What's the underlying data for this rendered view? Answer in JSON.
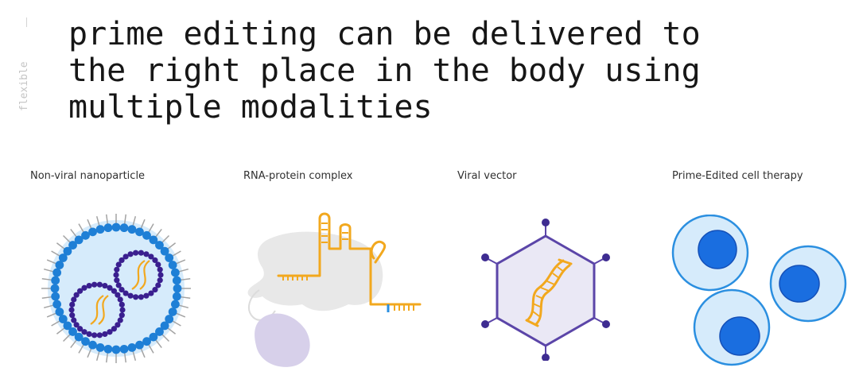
{
  "side_tag": "flexible",
  "headline": {
    "lines": [
      "prime editing can be delivered to",
      "the right place in the body using",
      "multiple modalities"
    ]
  },
  "modalities": [
    {
      "label": "Non-viral nanoparticle",
      "icon": "lipid-nanoparticle-icon"
    },
    {
      "label": "RNA-protein complex",
      "icon": "rna-protein-complex-icon"
    },
    {
      "label": "Viral vector",
      "icon": "viral-vector-icon"
    },
    {
      "label": "Prime-Edited cell therapy",
      "icon": "cell-therapy-icon"
    }
  ],
  "colors": {
    "headline": "#161616",
    "dna_gold": "#f2a81e",
    "lipid_blue": "#1e7fd6",
    "lipid_purple": "#3a1f8f",
    "capsid_purple": "#5b45a8",
    "cell_membrane": "#2b8fe0",
    "cell_nucleus": "#1a6ee0"
  }
}
